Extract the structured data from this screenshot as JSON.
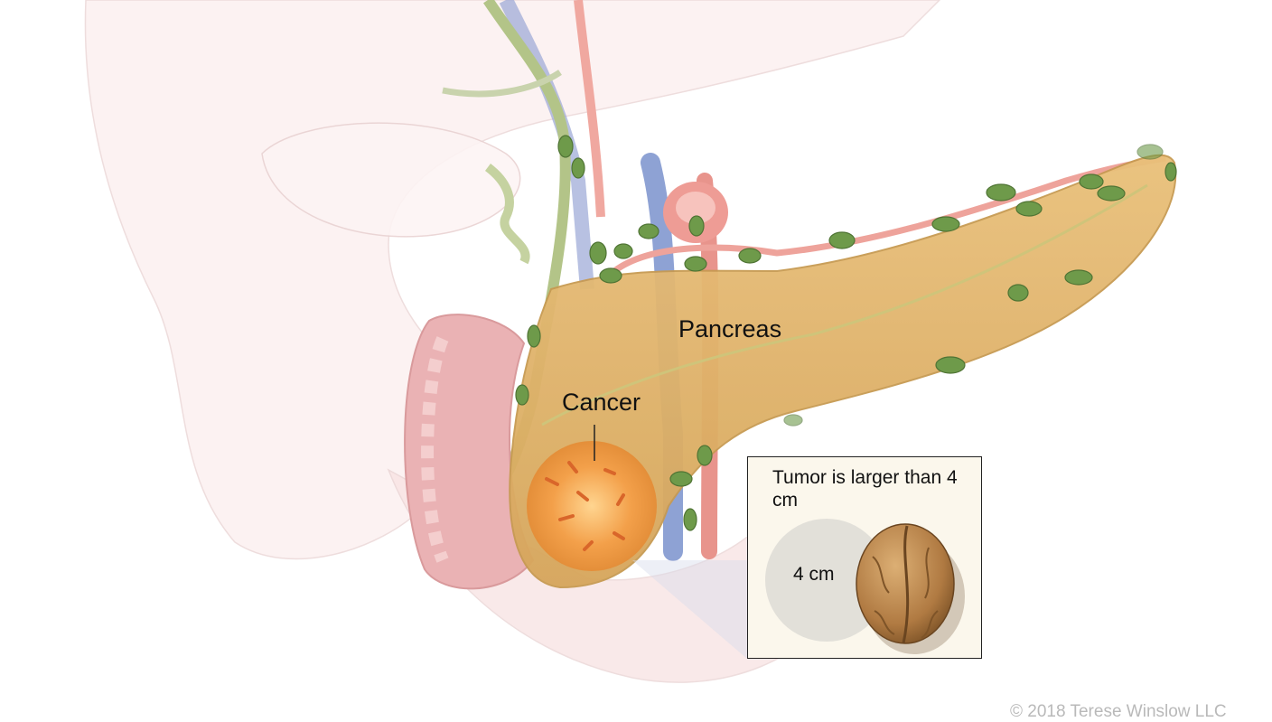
{
  "labels": {
    "pancreas": "Pancreas",
    "cancer": "Cancer"
  },
  "inset": {
    "title": "Tumor is larger than 4 cm",
    "circle_label": "4 cm"
  },
  "copyright": "© 2018 Terese Winslow LLC",
  "colors": {
    "pancreas": "#e0b66a",
    "tumor": "#f0a040",
    "lymph_node": "#6e9a4a",
    "artery": "#e8908a",
    "vein": "#8aa0d0",
    "bile_duct": "#b8c890",
    "duodenum": "#e8b4b4",
    "inset_bg": "#fbf7ec"
  }
}
